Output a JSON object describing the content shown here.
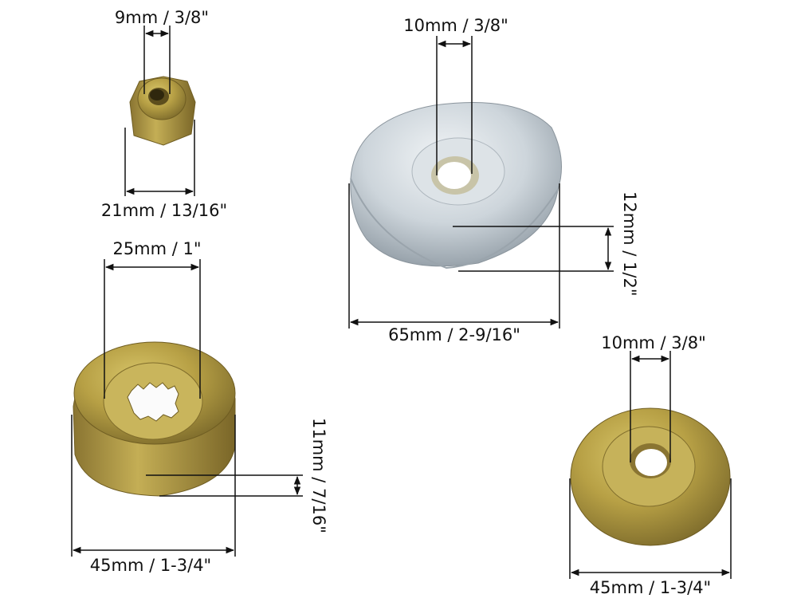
{
  "parts": {
    "nut": {
      "inner": "9mm / 3/8\"",
      "outer": "21mm / 13/16\""
    },
    "dome_washer": {
      "inner": "10mm / 3/8\"",
      "height": "12mm / 1/2\"",
      "outer": "65mm / 2-9/16\""
    },
    "splined_washer": {
      "inner": "25mm / 1\"",
      "height": "11mm / 7/16\"",
      "outer": "45mm / 1-3/4\""
    },
    "flat_washer": {
      "inner": "10mm / 3/8\"",
      "outer": "45mm / 1-3/4\""
    }
  },
  "colors": {
    "brass": "#b9a24a",
    "brass_dark": "#7d6a2a",
    "steel": "#cfd6dc",
    "steel_dark": "#8f9aa3",
    "dim_line": "#111111"
  }
}
